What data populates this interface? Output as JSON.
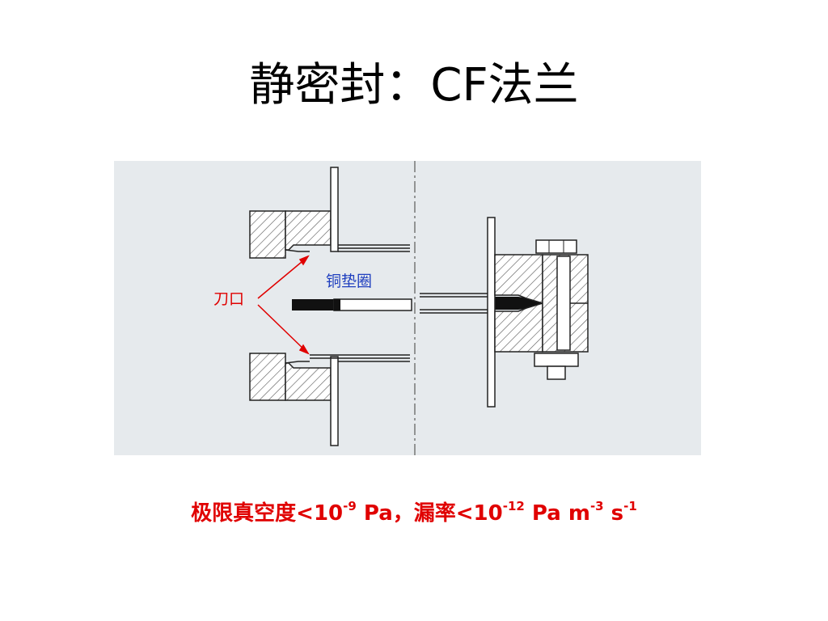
{
  "title": "静密封：CF法兰",
  "labels": {
    "knife_edge": "刀口",
    "copper_gasket": "铜垫圈"
  },
  "caption": {
    "prefix": "极限真空度<10",
    "exp1": "-9",
    "mid1": " Pa，漏率<10",
    "exp2": "-12",
    "mid2": " Pa m",
    "exp3": "-3",
    "mid3": " s",
    "exp4": "-1"
  },
  "colors": {
    "background": "#e6eaed",
    "annotation": "#e00000",
    "gasket_label": "#1f3fbf"
  }
}
